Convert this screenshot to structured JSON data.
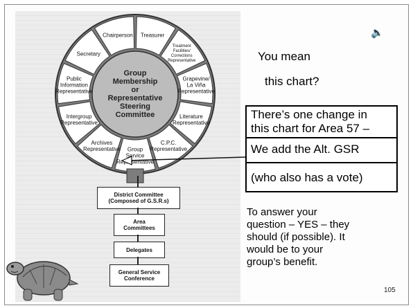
{
  "slide": {
    "number": "105",
    "speaker_icon": "speaker-icon"
  },
  "wheel": {
    "center_lines": [
      "Group",
      "Membership",
      "or",
      "Representative",
      "Steering",
      "Committee"
    ],
    "segments": [
      {
        "key": "chairperson",
        "lines": [
          "Chairperson"
        ]
      },
      {
        "key": "treasurer",
        "lines": [
          "Treasurer"
        ]
      },
      {
        "key": "treatment",
        "lines": [
          "Treatment",
          "Facilities/",
          "Corrections",
          "Representative"
        ]
      },
      {
        "key": "grapevine",
        "lines": [
          "Grapevine/",
          "La Viña",
          "Representative"
        ]
      },
      {
        "key": "literature",
        "lines": [
          "Literature",
          "Representative"
        ]
      },
      {
        "key": "cpc",
        "lines": [
          "C.P.C.",
          "Representative"
        ]
      },
      {
        "key": "gsr",
        "lines": [
          "Group",
          "Service",
          "Representative"
        ]
      },
      {
        "key": "archives",
        "lines": [
          "Archives",
          "Representative"
        ]
      },
      {
        "key": "intergroup",
        "lines": [
          "Intergroup",
          "Representative"
        ]
      },
      {
        "key": "public_info",
        "lines": [
          "Public",
          "Information",
          "Representative"
        ]
      },
      {
        "key": "secretary",
        "lines": [
          "Secretary"
        ]
      }
    ]
  },
  "flow": [
    {
      "key": "district",
      "lines": [
        "District Committee",
        "(Composed of G.S.R.s)"
      ]
    },
    {
      "key": "area",
      "lines": [
        "Area",
        "Committees"
      ]
    },
    {
      "key": "delegates",
      "lines": [
        "Delegates"
      ]
    },
    {
      "key": "gsc",
      "lines": [
        "General Service",
        "Conference"
      ]
    }
  ],
  "right": {
    "question_line1": "You mean",
    "question_line2": "this chart?",
    "callout": {
      "line1": "There’s one change in",
      "line2": "this chart for Area 57 –",
      "line3": "We add the Alt. GSR",
      "line4": "(who also has a vote)"
    },
    "answer": {
      "line1": "To answer your",
      "line2": "question – YES – they",
      "line3": "should (if possible).  It",
      "line4": "would be to your",
      "line5": "group’s benefit."
    }
  }
}
